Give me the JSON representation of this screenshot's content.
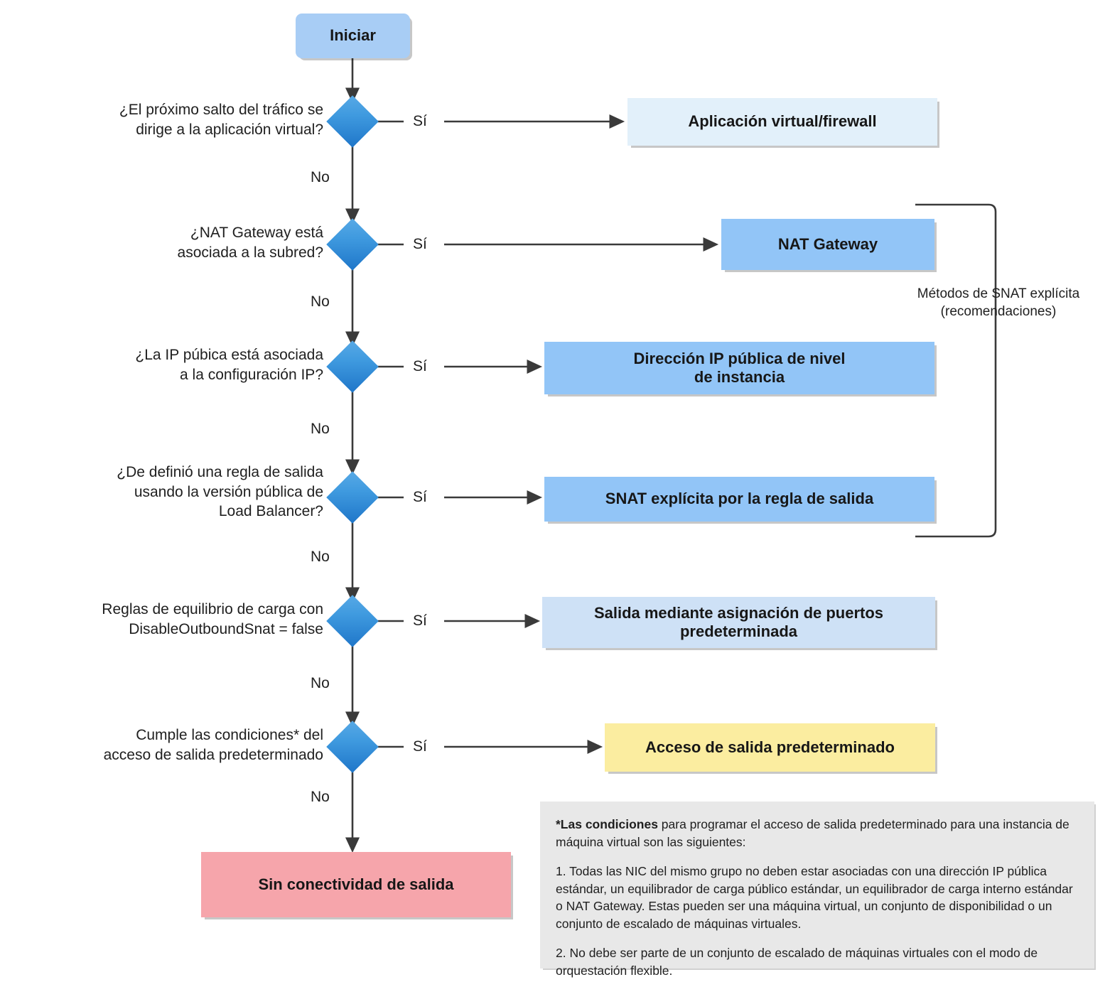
{
  "start": {
    "label": "Iniciar"
  },
  "edge_labels": {
    "yes": "Sí",
    "no": "No"
  },
  "decisions": [
    {
      "id": "next-hop",
      "question": "¿El próximo salto del tráfico se\ndirige a la aplicación virtual?"
    },
    {
      "id": "nat-gateway",
      "question": "¿NAT Gateway está\nasociada a la subred?"
    },
    {
      "id": "public-ip",
      "question": "¿La IP púbica está asociada\na la configuración IP?"
    },
    {
      "id": "outbound-rule",
      "question": "¿De definió una regla de salida\nusando la versión pública de\nLoad Balancer?"
    },
    {
      "id": "lb-rules",
      "question": "Reglas de equilibrio de carga con\nDisableOutboundSnat = false"
    },
    {
      "id": "default-access",
      "question": "Cumple las condiciones* del\nacceso de salida predeterminado"
    }
  ],
  "outcomes": [
    {
      "id": "appliance",
      "label": "Aplicación virtual/firewall",
      "color": "#e2f0fa"
    },
    {
      "id": "nat-gateway",
      "label": "NAT Gateway",
      "color": "#92c5f7"
    },
    {
      "id": "instance-ip",
      "label": "Dirección IP pública de nivel\nde instancia",
      "color": "#92c5f7"
    },
    {
      "id": "explicit-snat",
      "label": "SNAT explícita por la regla de salida",
      "color": "#92c5f7"
    },
    {
      "id": "default-ports",
      "label": "Salida mediante asignación de puertos\npredeterminada",
      "color": "#cee1f6"
    },
    {
      "id": "default-outbound",
      "label": "Acceso de salida predeterminado",
      "color": "#fbeda0"
    }
  ],
  "terminal": {
    "label": "Sin conectividad de salida",
    "color": "#f6a5ab"
  },
  "bracket": {
    "caption": "Métodos de SNAT explícita\n(recomendaciones)"
  },
  "footnote": {
    "lead_bold": "*Las condiciones",
    "lead_rest": " para programar el acceso de salida predeterminado para una instancia de máquina virtual son las siguientes:",
    "item1": "1. Todas las NIC del mismo grupo no deben estar asociadas con una dirección IP pública estándar, un equilibrador de carga público estándar, un equilibrador de carga interno estándar o NAT Gateway. Estas pueden ser una máquina virtual, un conjunto de disponibilidad o un conjunto de escalado de máquinas virtuales.",
    "item2": "2. No debe ser parte de un conjunto de escalado de máquinas virtuales con el modo de orquestación flexible."
  },
  "colors": {
    "start_box": "#a8cdf5",
    "line": "#3a3a3a",
    "diamond_light": "#57a9e6",
    "diamond_dark": "#1f76c9",
    "footnote_bg": "#e8e8e8"
  }
}
